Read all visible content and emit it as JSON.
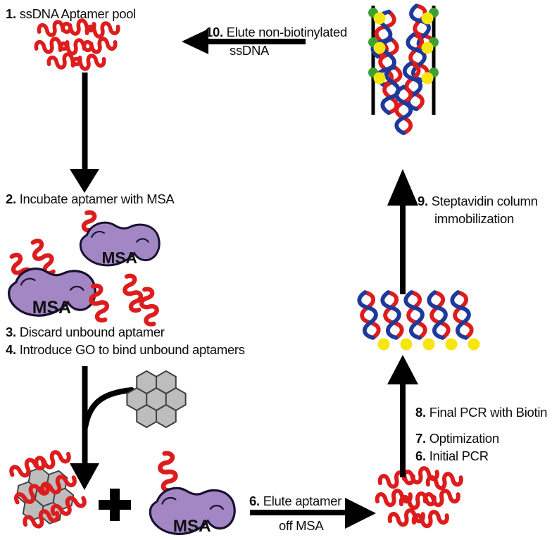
{
  "labels": {
    "step1": {
      "num": "1.",
      "text": "ssDNA Aptamer pool"
    },
    "step2": {
      "num": "2.",
      "text": "Incubate aptamer with MSA"
    },
    "step3": {
      "num": "3.",
      "text": "Discard unbound aptamer"
    },
    "step4": {
      "num": "4.",
      "text": "Introduce GO to bind unbound aptamers"
    },
    "step6_elute": {
      "num": "6.",
      "line1": "Elute aptamer",
      "line2": "off MSA"
    },
    "step6_pcr": {
      "num": "6.",
      "text": "Initial PCR"
    },
    "step7": {
      "num": "7.",
      "text": "Optimization"
    },
    "step8": {
      "num": "8.",
      "text": "Final PCR with Biotin"
    },
    "step9": {
      "num": "9.",
      "line1": "Steptavidin column",
      "line2": "immobilization"
    },
    "step10": {
      "num": "10.",
      "line1": "Elute non-biotinylated",
      "line2": "ssDNA"
    },
    "msa": "MSA"
  },
  "icons": {
    "aptamer": "red-squiggle",
    "msa_protein": "purple-blob",
    "graphene_oxide": "gray-hexagon-cluster",
    "dsdna": "red-blue-double-helix",
    "biotin": "yellow-dot",
    "streptavidin": "green-dot",
    "column": "two-vertical-lines",
    "arrow": "black-arrow",
    "plus": "black-plus-sign"
  },
  "colors": {
    "aptamer_red": "#dd1d1d",
    "msa_purple": "#a287c4",
    "outline_dark": "#181030",
    "go_gray": "#bdbdbd",
    "go_outline": "#3f3f3f",
    "dna_blue": "#1d3a9b",
    "biotin_yellow": "#f6e50e",
    "streptavidin_green": "#3da032",
    "arrow_black": "#000000"
  }
}
